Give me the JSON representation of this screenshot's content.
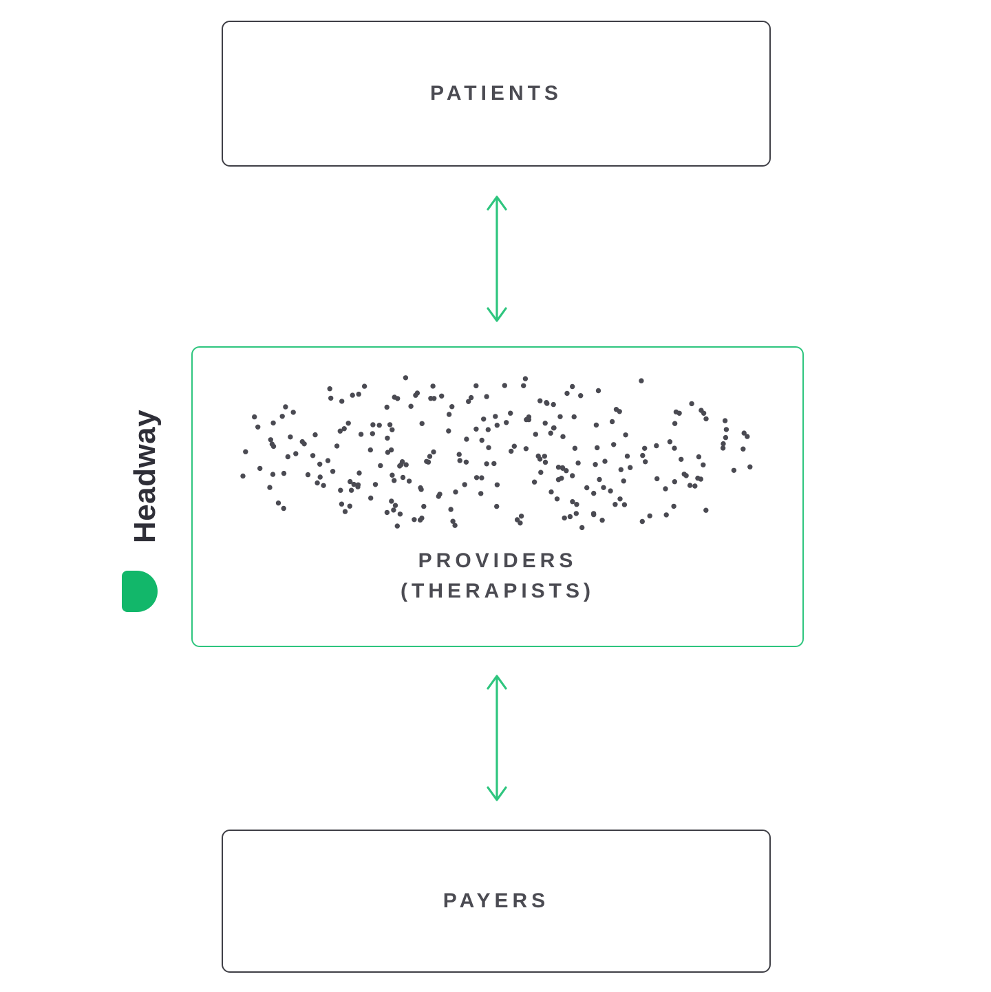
{
  "diagram": {
    "brand": {
      "name": "Headway",
      "logo_color": "#12b76a"
    },
    "colors": {
      "accent_green": "#2ec57e",
      "box_border_dark": "#3f3f46",
      "label_text": "#4b4b52",
      "dot": "#4a4a52"
    },
    "nodes": [
      {
        "id": "patients",
        "label": "PATIENTS"
      },
      {
        "id": "providers",
        "label": "PROVIDERS",
        "sublabel": "(THERAPISTS)"
      },
      {
        "id": "payers",
        "label": "PAYERS"
      }
    ],
    "connections": [
      {
        "from": "patients",
        "to": "providers",
        "style": "double-arrow"
      },
      {
        "from": "providers",
        "to": "payers",
        "style": "double-arrow"
      }
    ],
    "dots": {
      "count": 250,
      "seed": 20240717
    }
  }
}
